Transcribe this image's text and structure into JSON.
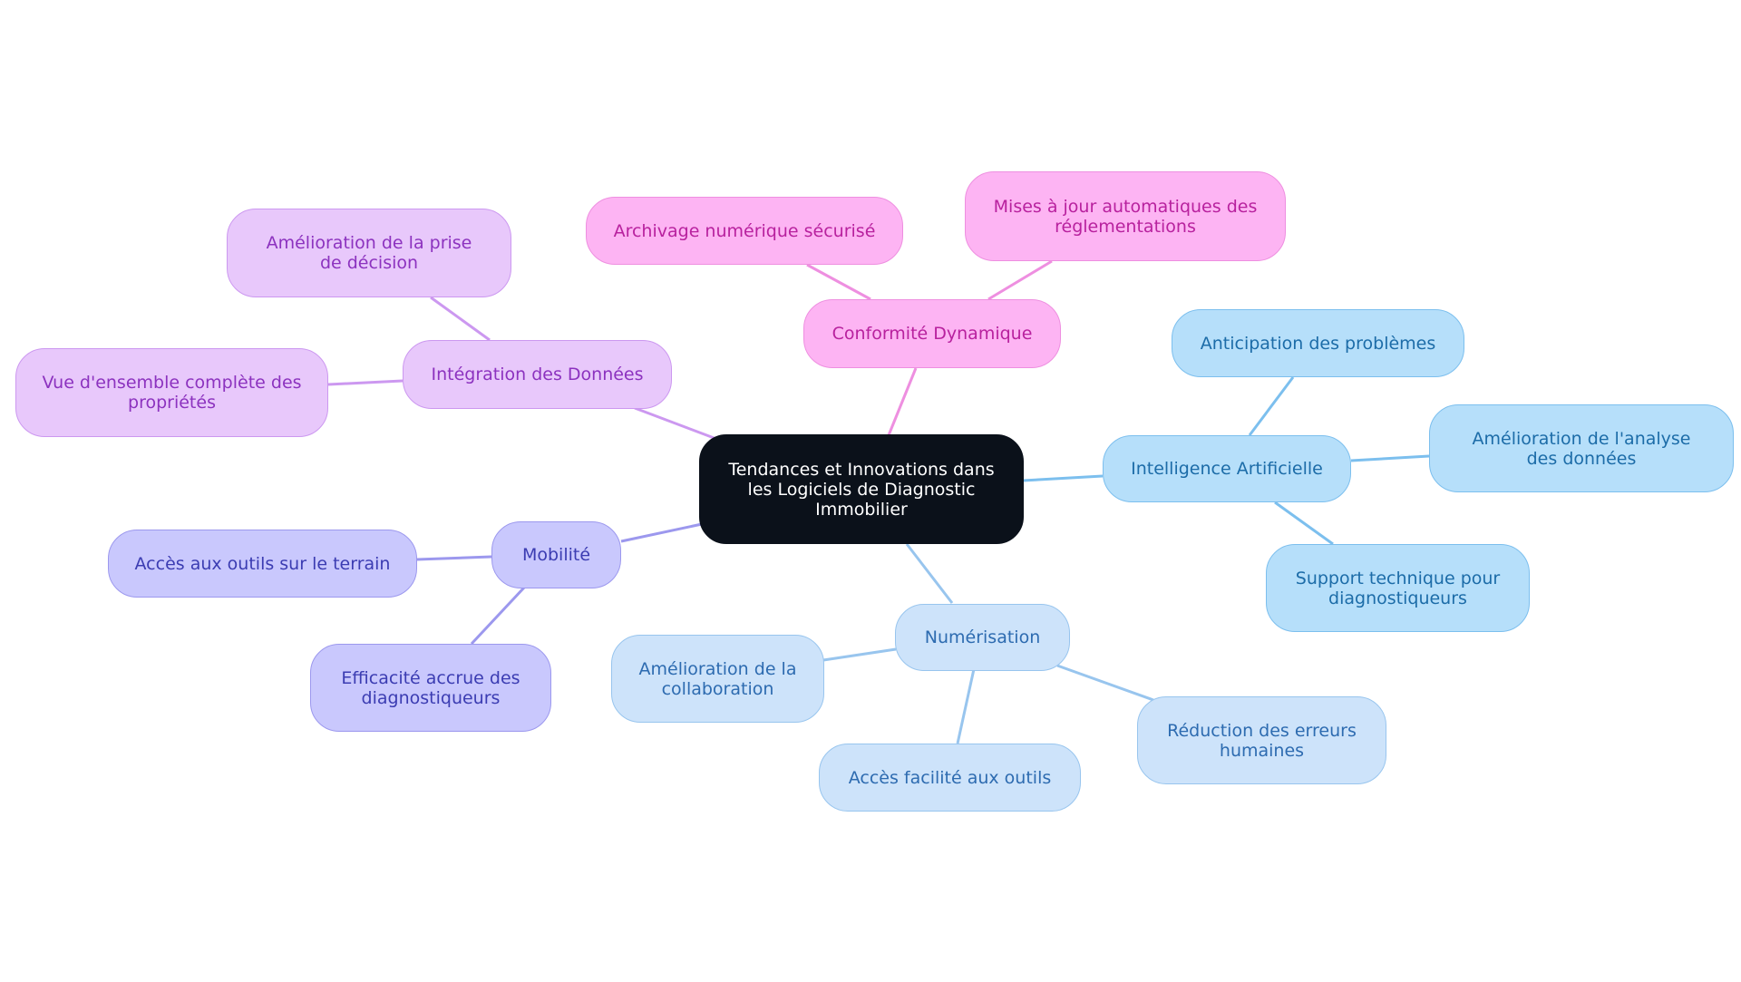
{
  "central": {
    "text": "Tendances et Innovations dans les Logiciels de Diagnostic Immobilier"
  },
  "branches": {
    "conformite": {
      "label": "Conformité Dynamique",
      "children": [
        "Archivage numérique sécurisé",
        "Mises à jour automatiques des réglementations"
      ]
    },
    "integration": {
      "label": "Intégration des Données",
      "children": [
        "Amélioration de la prise de décision",
        "Vue d'ensemble complète des propriétés"
      ]
    },
    "ia": {
      "label": "Intelligence Artificielle",
      "children": [
        "Anticipation des problèmes",
        "Amélioration de l'analyse des données",
        "Support technique pour diagnostiqueurs"
      ]
    },
    "mobilite": {
      "label": "Mobilité",
      "children": [
        "Accès aux outils sur le terrain",
        "Efficacité accrue des diagnostiqueurs"
      ]
    },
    "numerisation": {
      "label": "Numérisation",
      "children": [
        "Amélioration de la collaboration",
        "Accès facilité aux outils",
        "Réduction des erreurs humaines"
      ]
    }
  },
  "colors": {
    "central": "#0b111a",
    "conformite": "#fdb4f3",
    "integration": "#e8c8fb",
    "ia": "#b6dffa",
    "mobilite": "#c9c8fd",
    "numerisation": "#cde3fa"
  }
}
